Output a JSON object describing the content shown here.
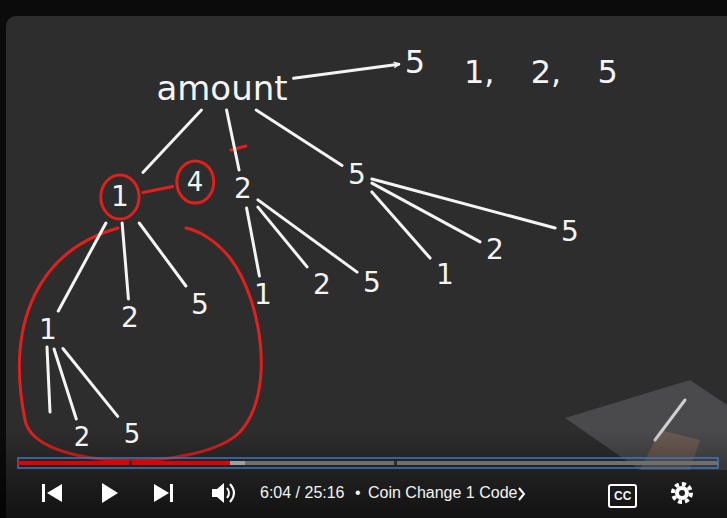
{
  "diagram": {
    "nodes": [
      {
        "text": [
          "amount"
        ]
      },
      {
        "text": [
          "5"
        ]
      },
      {
        "text": [
          "1"
        ]
      },
      {
        "text": [
          "4"
        ]
      },
      {
        "text": [
          "2"
        ]
      },
      {
        "text": [
          "5"
        ]
      },
      {
        "text": [
          "1"
        ]
      },
      {
        "text": [
          "2"
        ]
      },
      {
        "text": [
          "5"
        ]
      },
      {
        "text": [
          "1"
        ]
      },
      {
        "text": [
          "2"
        ]
      },
      {
        "text": [
          "5"
        ]
      },
      {
        "text": [
          "1"
        ]
      },
      {
        "text": [
          "2"
        ]
      },
      {
        "text": [
          "5"
        ]
      },
      {
        "text": [
          "2"
        ]
      },
      {
        "text": [
          "5"
        ]
      }
    ],
    "edges": [
      {
        "from": 0,
        "to": 1,
        "arrow": "to"
      },
      {
        "from": 0,
        "to": 2,
        "arrow": "none"
      },
      {
        "from": 0,
        "to": 4,
        "arrow": "none"
      },
      {
        "from": 0,
        "to": 5,
        "arrow": "none"
      },
      {
        "from": 2,
        "to": 3,
        "arrow": "none"
      },
      {
        "from": 2,
        "to": 6,
        "arrow": "none"
      },
      {
        "from": 2,
        "to": 7,
        "arrow": "none"
      },
      {
        "from": 2,
        "to": 8,
        "arrow": "none"
      },
      {
        "from": 4,
        "to": 9,
        "arrow": "none"
      },
      {
        "from": 4,
        "to": 10,
        "arrow": "none"
      },
      {
        "from": 4,
        "to": 11,
        "arrow": "none"
      },
      {
        "from": 5,
        "to": 12,
        "arrow": "none"
      },
      {
        "from": 5,
        "to": 13,
        "arrow": "none"
      },
      {
        "from": 5,
        "to": 14,
        "arrow": "none"
      },
      {
        "from": 6,
        "to": 15,
        "arrow": "none"
      },
      {
        "from": 6,
        "to": 16,
        "arrow": "none"
      }
    ],
    "labels": [
      "1, 2, 5",
      "6:04 / 25:16",
      "•",
      "Coin Change 1 Code",
      "CC"
    ]
  }
}
